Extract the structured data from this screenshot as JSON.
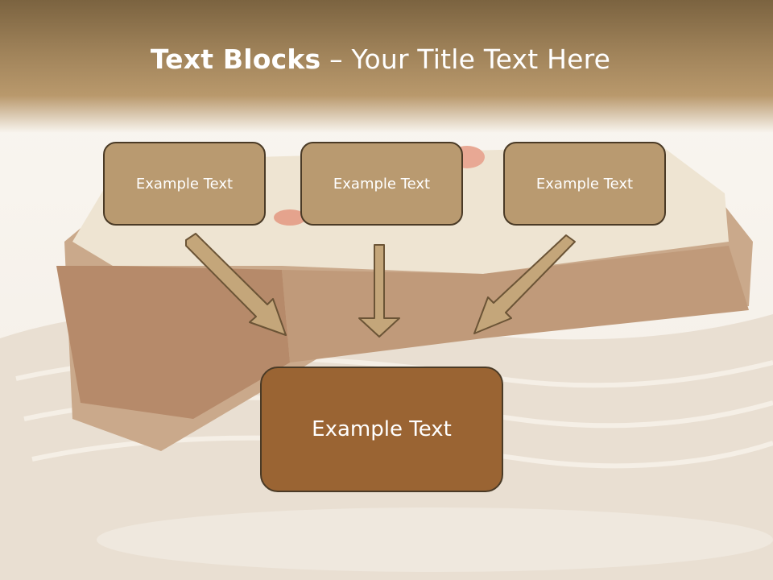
{
  "slide": {
    "title_bold": "Text Blocks",
    "title_rest": " – Your Title Text Here",
    "boxes": [
      {
        "label": "Example Text"
      },
      {
        "label": "Example Text"
      },
      {
        "label": "Example Text"
      }
    ],
    "main_box": {
      "label": "Example Text"
    }
  },
  "colors": {
    "header_top": "#7b6340",
    "header_bottom": "#b9996c",
    "small_box_fill": "#b99a70",
    "main_box_fill": "#9a6433",
    "border": "#4a3a26",
    "arrow_fill": "#c4a67a"
  },
  "background_image": "cake-slice-photo"
}
